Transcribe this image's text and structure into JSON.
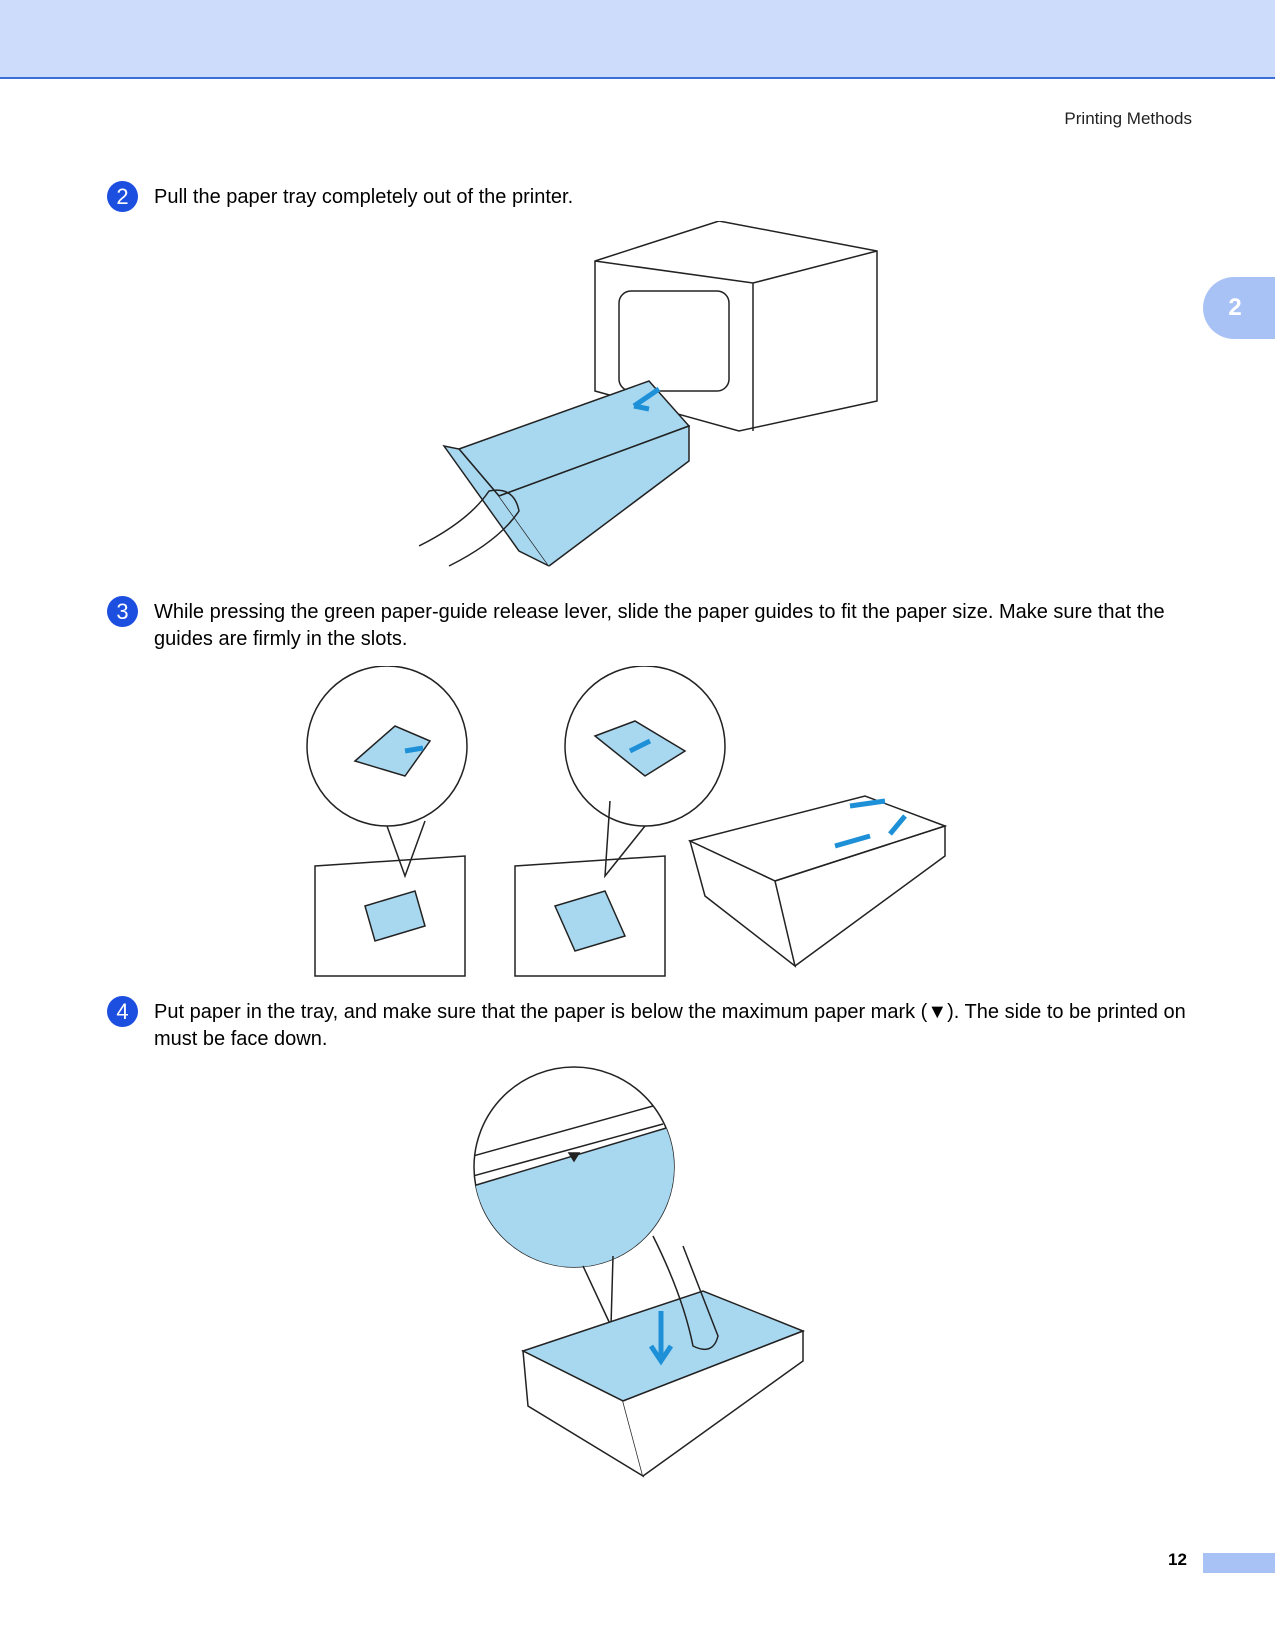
{
  "header": {
    "running_title": "Printing Methods",
    "chapter_tab": "2"
  },
  "steps": [
    {
      "number": "2",
      "text": "Pull the paper tray completely out of the printer."
    },
    {
      "number": "3",
      "text": "While pressing the green paper-guide release lever, slide the paper guides to fit the paper size. Make sure that the guides are firmly in the slots."
    },
    {
      "number": "4",
      "text": "Put paper in the tray, and make sure that the paper is below the maximum paper mark (▼). The side to be printed on must be face down."
    }
  ],
  "footer": {
    "page_number": "12"
  },
  "colors": {
    "header": "#cddcfb",
    "accent": "#1c4fe0",
    "tab": "#a9c2f5",
    "illustration_blue": "#a8d8f0"
  }
}
